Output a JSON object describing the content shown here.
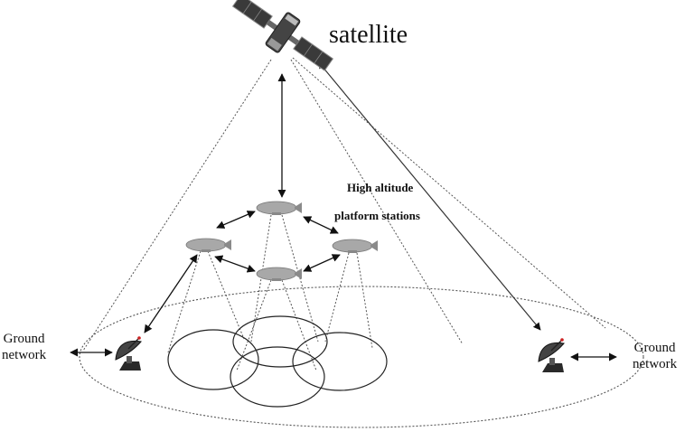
{
  "diagram": {
    "satellite_label": "satellite",
    "hap_label_line1": "High altitude",
    "hap_label_line2": "platform stations",
    "ground_left": {
      "line1": "Ground",
      "line2": "network"
    },
    "ground_right": {
      "line1": "Ground",
      "line2": "network"
    },
    "icons": {
      "satellite": "satellite-icon",
      "airship": "airship-icon",
      "dish": "satellite-dish-icon"
    },
    "colors": {
      "line": "#333333",
      "dotted": "#555555",
      "airship": "#a8a8a8",
      "satellite_panel": "#3a3a3a",
      "dish_accent": "#cc2222"
    }
  }
}
